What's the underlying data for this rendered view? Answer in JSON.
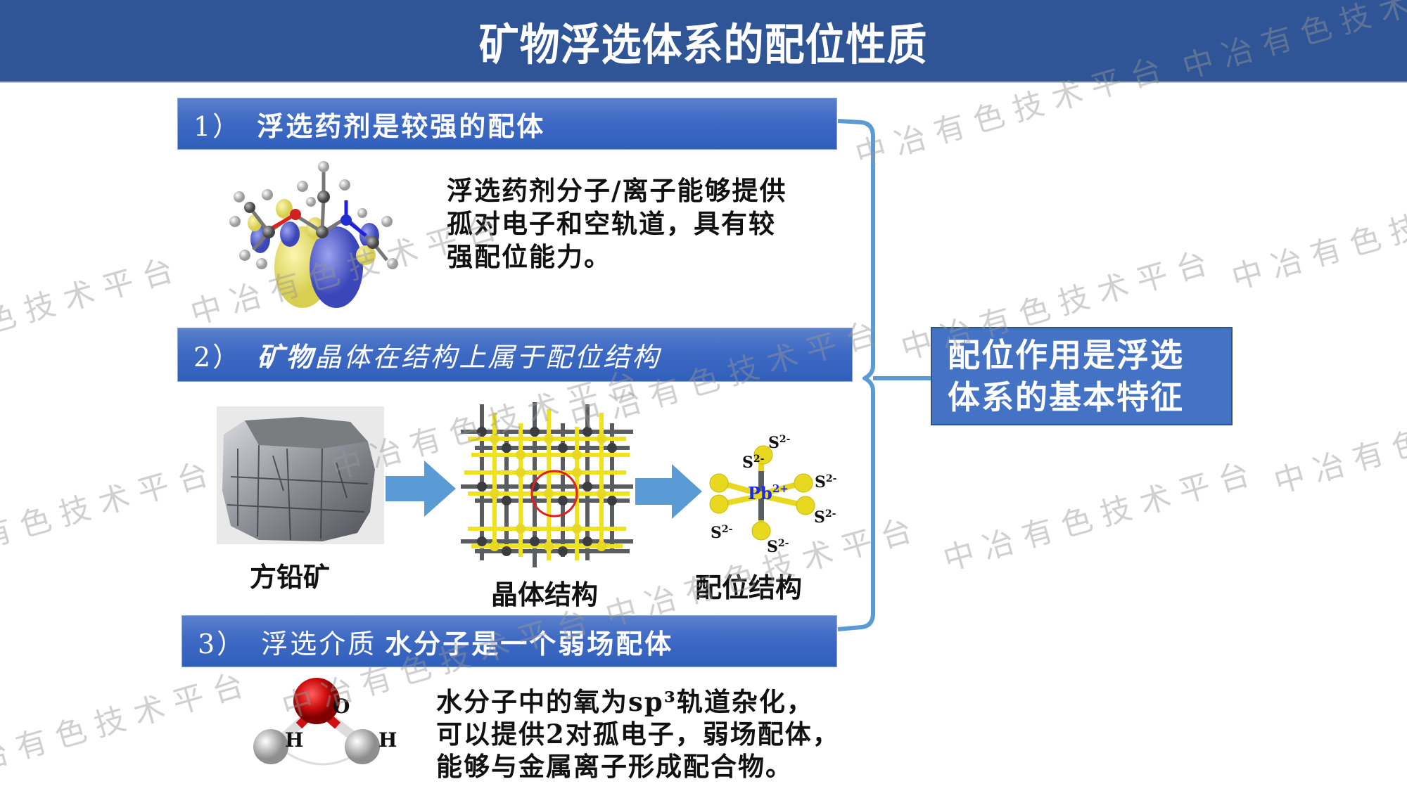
{
  "title": "矿物浮选体系的配位性质",
  "sections": [
    {
      "number": "1）",
      "heading": "浮选药剂是较强的配体",
      "body_lines": [
        "浮选药剂分子/离子能够提供",
        "孤对电子和空轨道，具有较",
        "强配位能力。"
      ],
      "figure": "reagent-molecule-orbital"
    },
    {
      "number": "2）",
      "heading_parts": [
        "矿物",
        "晶体在结构上属于配位结构"
      ],
      "captions": {
        "mineral": "方铅矿",
        "crystal": "晶体结构",
        "coordination": "配位结构"
      },
      "coordination_labels": {
        "center": "Pb",
        "center_charge": "2+",
        "ligand": "S",
        "ligand_charge": "2-"
      }
    },
    {
      "number": "3）",
      "heading_parts": [
        "浮选介质",
        "水分子是一个弱场配体"
      ],
      "body_lines": [
        "水分子中的氧为sp³轨道杂化，",
        "可以提供2对孤电子，弱场配体，",
        "能够与金属离子形成配合物。"
      ],
      "water_labels": {
        "oxygen": "O",
        "hydrogen_left": "H",
        "hydrogen_right": "H"
      }
    }
  ],
  "summary": {
    "lines": [
      "配位作用是浮选",
      "体系的基本特征"
    ]
  },
  "watermark": "中冶有色技术平台",
  "colors": {
    "title_bg": "#2f5597",
    "section_bar": "#3e6ac4",
    "summary_bg": "#4472c4",
    "bracket": "#5b9bd5",
    "arrow": "#5b9bd5",
    "sulfur": "#e8d820",
    "lead": "#555555"
  }
}
